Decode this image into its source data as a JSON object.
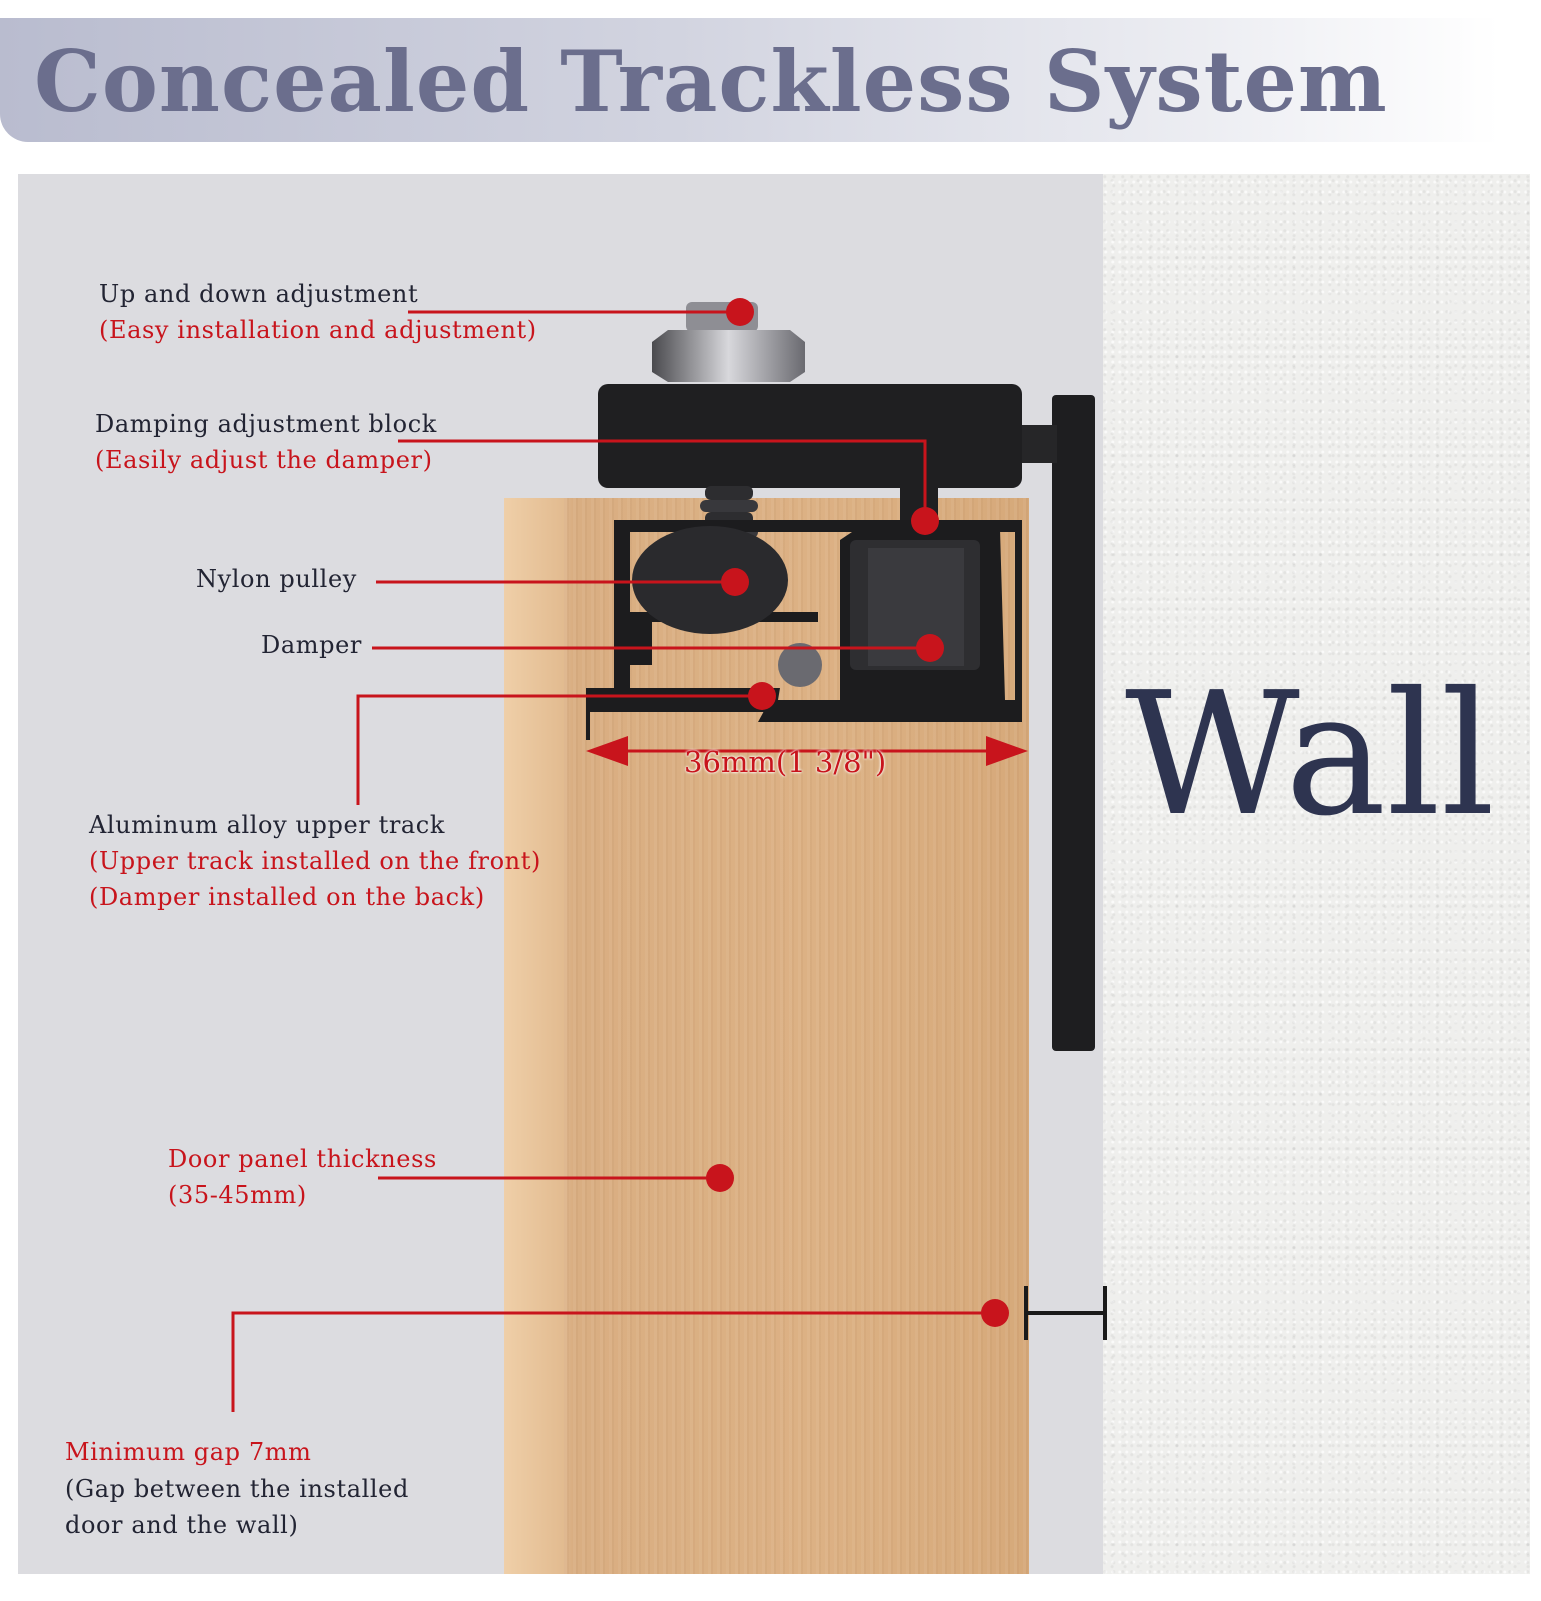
{
  "title": "Concealed Trackless System",
  "wall_label": "Wall",
  "dimension_label": "36mm(1 3/8\")",
  "callouts": {
    "up_down": {
      "title": "Up and down adjustment",
      "detail": "(Easy installation and adjustment)"
    },
    "damping_block": {
      "title": "Damping adjustment block",
      "detail": "(Easily adjust the damper)"
    },
    "nylon_pulley": {
      "title": "Nylon pulley"
    },
    "damper": {
      "title": "Damper"
    },
    "upper_track": {
      "title": "Aluminum alloy upper track",
      "detail_1": "(Upper track installed on the front)",
      "detail_2": "(Damper installed on the back)"
    },
    "door_thickness": {
      "title": "Door panel thickness",
      "detail": "(35-45mm)"
    },
    "min_gap": {
      "title": "Minimum gap 7mm",
      "detail_1": "(Gap between the installed",
      "detail_2": "door and the wall)"
    }
  },
  "colors": {
    "accent_red": "#c8141c",
    "title_text": "#6b6e8d",
    "label_text": "#222433",
    "wall_text": "#2e3450",
    "hardware": "#1e1e20"
  }
}
